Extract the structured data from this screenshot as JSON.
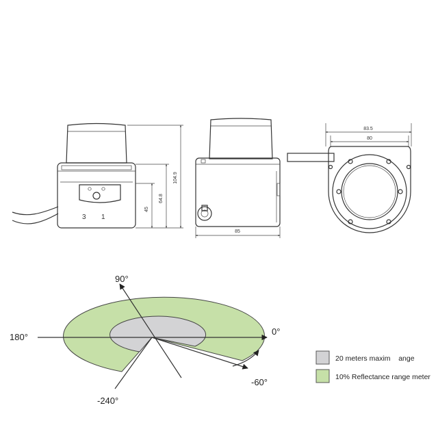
{
  "front_view": {
    "dim_45": "45",
    "dim_64_8": "64.8",
    "dim_104_9": "104.9",
    "label_3": "3",
    "label_1": "1"
  },
  "side_view": {
    "dim_85": "85"
  },
  "rear_view": {
    "dim_83_5": "83.5",
    "dim_80": "80"
  },
  "scan_diagram": {
    "angle_90": "90°",
    "angle_0": "0°",
    "angle_180": "180°",
    "angle_neg60": "-60°",
    "angle_neg240": "-240°",
    "colors": {
      "inner_range": "#d3d3d5",
      "outer_range": "#c6e0a8"
    }
  },
  "legend": {
    "items": [
      {
        "label": "20 meters maxim    ange",
        "color": "#d3d3d5"
      },
      {
        "label": "10% Reflectance range meter",
        "color": "#c6e0a8"
      }
    ]
  }
}
